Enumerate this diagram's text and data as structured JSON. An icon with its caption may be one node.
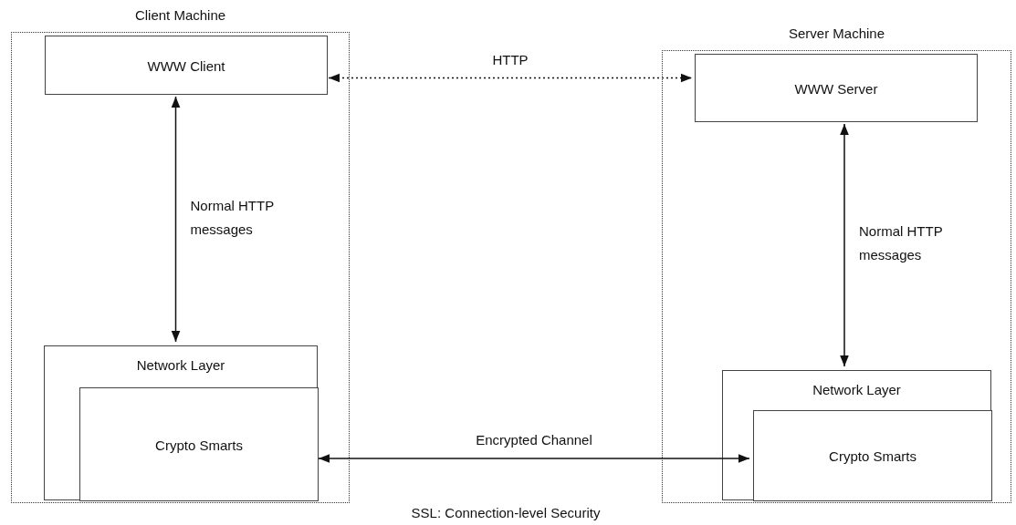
{
  "diagram": {
    "caption": "SSL: Connection-level Security",
    "nodes": [
      {
        "text": [
          "Client Machine"
        ]
      },
      {
        "text": [
          "WWW Client"
        ],
        "in": 0
      },
      {
        "text": [
          "Network Layer"
        ],
        "in": 0
      },
      {
        "text": [
          "Crypto Smarts"
        ],
        "in": 2
      },
      {
        "text": [
          "Server Machine"
        ]
      },
      {
        "text": [
          "WWW Server"
        ],
        "in": 4
      },
      {
        "text": [
          "Network Layer"
        ],
        "in": 4
      },
      {
        "text": [
          "Crypto Smarts"
        ],
        "in": 6
      }
    ],
    "edges": [
      {
        "from": 1,
        "to": 2,
        "arrow": "both",
        "label": "Normal HTTP messages"
      },
      {
        "from": 5,
        "to": 6,
        "arrow": "both",
        "label": "Normal HTTP messages"
      },
      {
        "from": 1,
        "to": 5,
        "arrow": "both",
        "label": "HTTP",
        "style": "dashed"
      },
      {
        "from": 3,
        "to": 7,
        "arrow": "both",
        "label": "Encrypted Channel"
      }
    ]
  }
}
